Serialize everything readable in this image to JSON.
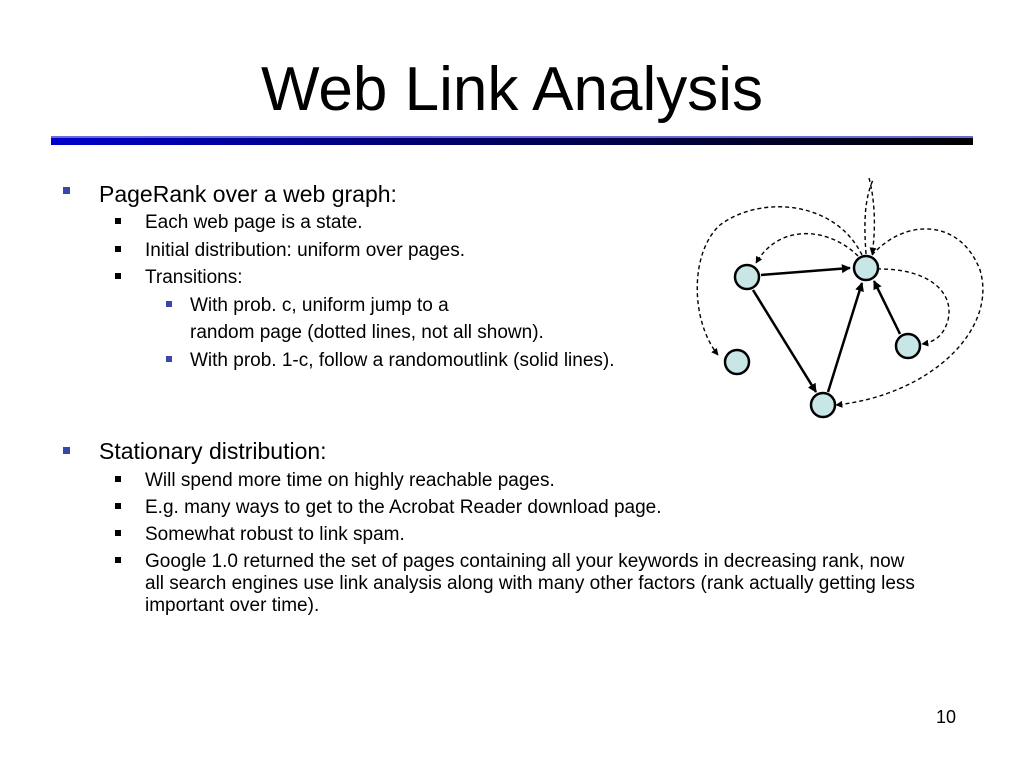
{
  "slide": {
    "title": "Web Link Analysis",
    "page_number": "10"
  },
  "sections": [
    {
      "heading": "PageRank over a web graph:",
      "items": [
        {
          "text": "Each web page is a state."
        },
        {
          "text": "Initial distribution: uniform over pages."
        },
        {
          "text": "Transitions:",
          "subitems": [
            {
              "lines": [
                "With prob. c, uniform jump to a",
                "random page (dotted lines, not all shown)."
              ]
            },
            {
              "lines": [
                "With prob. 1-c, follow a randomoutlink (solid lines)."
              ]
            }
          ]
        }
      ]
    },
    {
      "heading": "Stationary distribution:",
      "items": [
        {
          "text": "Will spend more time on highly reachable pages."
        },
        {
          "text": "E.g. many ways to get to the Acrobat Reader download page."
        },
        {
          "text": "Somewhat robust to link spam."
        },
        {
          "text": "Google 1.0 returned the set of pages containing all your keywords in decreasing rank, now all search engines use link analysis along with many other factors (rank actually getting less important over time)."
        }
      ]
    }
  ],
  "graph": {
    "node_fill": "#c8e6e6",
    "stroke": "#000000"
  },
  "colors": {
    "rule_start": "#0000cc",
    "rule_end": "#000000",
    "bullet_level1": "#3b47a8",
    "bullet_level3": "#3b47a8"
  }
}
